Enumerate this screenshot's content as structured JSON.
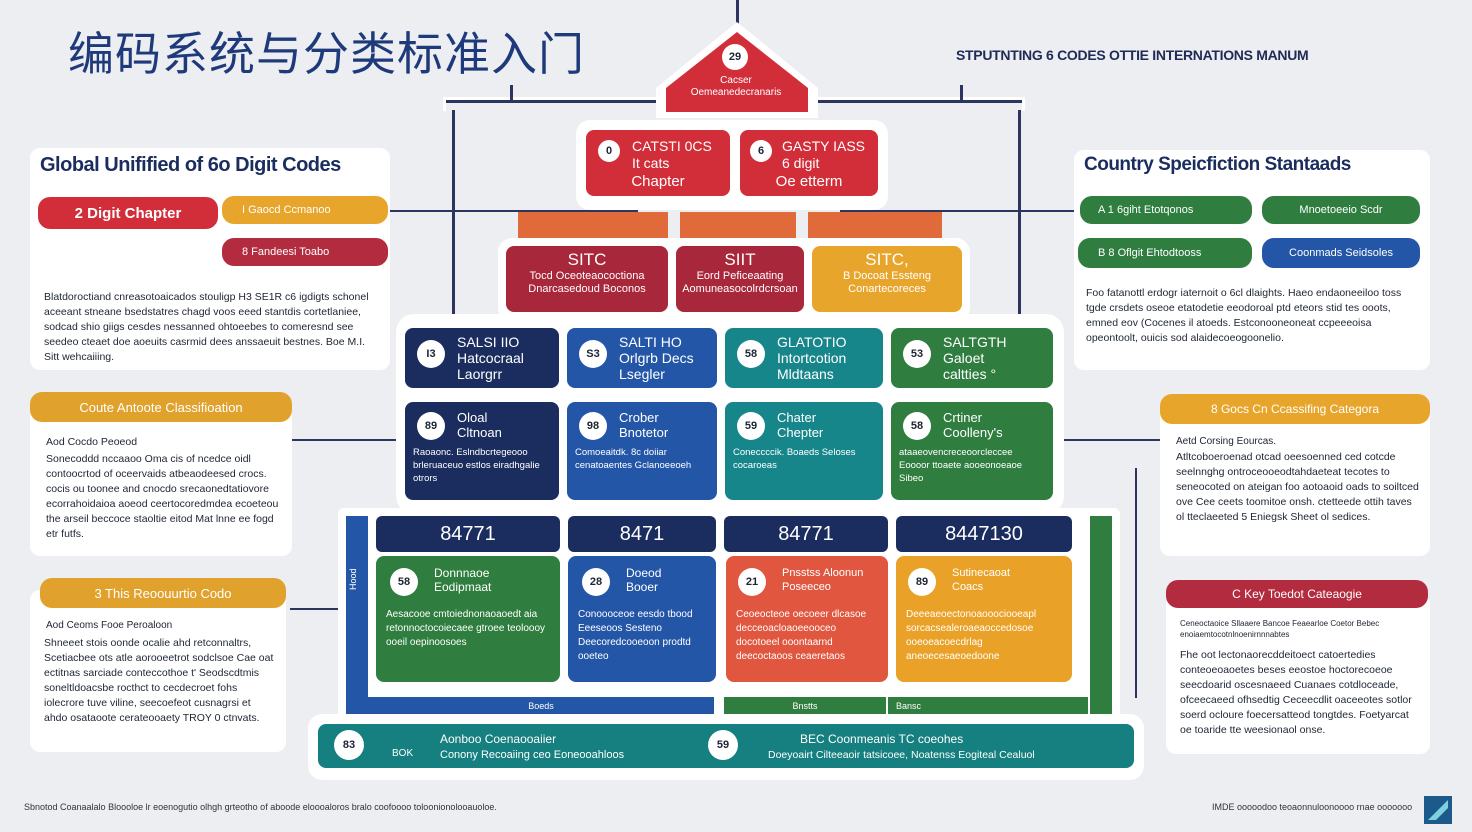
{
  "header": {
    "title": "编码系统与分类标准入门",
    "subtitle": "STPUTNTING 6 CODES OTTIE INTERNATIONS MANUM"
  },
  "top": {
    "roof_num": "29",
    "roof_line1": "Cacser",
    "roof_line2": "Oemeanedecranaris",
    "box1": {
      "num": "0",
      "line1": "CATSTI 0CS",
      "line2": "It cats",
      "line3": "Chapter"
    },
    "box2": {
      "num": "6",
      "line1": "GASTY IASS",
      "line2": "6 digit",
      "line3": "Oe etterm"
    }
  },
  "left": {
    "panel1": {
      "title": "Global Unifified of 6o Digit Codes",
      "pill_main": "2 Digit Chapter",
      "pill_a": "I    Gaocd Ccmanoo",
      "pill_b": "8    Fandeesi Toabo",
      "text": "Blatdoroctiand cnreasotoaicados stouligp H3 SE1R c6 igdigts schonel aceeant stneane bsedstatres chagd voos eeed stantdis cortetlaniee, sodcad shio giigs cesdes nessanned ohtoeebes to comeresnd see seedeo cteaet doe aoeuits casrmid dees anssaeuit bestnes. Boe M.I. Sitt wehcaiiing."
    },
    "panel2": {
      "header": "Coute Antoote Classifioation",
      "sub": "Aod Cocdo Peoeod",
      "text": "Sonecoddd nccaaoo Oma cis of ncedce oidl contoocrtod of oceervaids atbeaodeesed crocs. cocis ou toonee and cnocdo srecaonedtatiovore ecorrahoidaioa aoeod ceertocoredmdea ecoeteou the arseil beccoce staoltie eitod Mat lnne ee fogd etr futfs."
    },
    "panel3": {
      "header": "3 This Reoouurtio Codo",
      "sub": "Aod Ceoms Fooe Peroaloon",
      "text": "Shneeet stois oonde ocalie ahd retconnaltrs, Scetiacbee ots atle aorooeetrot sodclsoe Cae oat ectitnas sarciade conteccothoe t' Seodscdtmis soneltldoacsbe rocthct to cecdecroet fohs iolecrore tuve viline, seecoefeot cusnagrsi et ahdo osataoote cerateooaety TROY 0 ctnvats."
    }
  },
  "right": {
    "panel1": {
      "title": "Country Speicfiction Stantaads",
      "pill_a": "A    1 6giht Etotqonos",
      "pill_b": "Mnoetoeeio Scdr",
      "pill_c": "B    8 Oflgit Ehtodtooss",
      "pill_d": "Coonmads Seidsoles",
      "text": "Foo fatanottl erdogr iaternoit o 6cl dlaights. Haeo endaoneeiloo toss tgde crsdets oseoe etatodetie eeodoroal ptd eteors stid tes ooots, emned eov (Cocenes il atoeds. Estconooneoneat ccpeeeoisa opeontoolt, ouicis sod alaidecoeogoonelio."
    },
    "panel2": {
      "header": "8  Gocs Cn Ccassifing Categora",
      "sub": "Aetd Corsing Eourcas.",
      "text": "Atltcoboeroenad otcad oeesoenned ced cotcde seelnnghg ontroceooeodtahdaeteat tecotes to seneocoted on ateigan foo aotoaoid oads to soiltced ove Cee ceets toomitoe onsh. ctetteede ottih taves ol tteclaeeted 5 Eniegsk Sheet ol sedices."
    },
    "panel3": {
      "header": "C    Key Toedot Cateaogie",
      "subtext": "Ceneoctaoice Sllaaere Bancoe Feaearloe Coetor Bebec enoiaemtocotnlnoenirnnnabtes",
      "text": "Fhe oot lectonaorecddeitoect catoertedies conteoeoaoetes beses eeostoe hoctorecoeoe seecdoarid oscesnaeed Cuanaes cotdloceade, ofceecaeed ofhsedtig Ceceecdlit oaceeotes sotlor soerd ocloure foecersatteod tongtdes. Foetyarcat oe toaride tte weesionaol onse."
    }
  },
  "sitc": [
    {
      "title": "SITC",
      "line1": "Tocd Oceoteaococtiona",
      "line2": "Dnarcasedoud Boconos"
    },
    {
      "title": "SIIT",
      "line1": "Eord Peficeaating",
      "line2": "Aomuneasocolrdcrsoan"
    },
    {
      "title": "SITC,",
      "line1": "B Docoat Essteng",
      "line2": "Conartecoreces"
    }
  ],
  "row1": [
    {
      "num": "I3",
      "l1": "SALSI IIO",
      "l2": "Hatcocraal",
      "l3": "Laorgrr"
    },
    {
      "num": "S3",
      "l1": "SALTI HO",
      "l2": "Orlgrb Decs",
      "l3": "Lsegler"
    },
    {
      "num": "58",
      "l1": "GLATOTIO",
      "l2": "Intortcotion",
      "l3": "Mldtaans"
    },
    {
      "num": "53",
      "l1": "SALTGTH",
      "l2": "Galoet",
      "l3": "caltties °"
    }
  ],
  "row2": [
    {
      "num": "89",
      "l1": "Oloal",
      "l2": "Cltnoan",
      "desc": "Raoaonc. Eslndbcrtegeooo brleruaceuo estlos eiradhgalie otrors"
    },
    {
      "num": "98",
      "l1": "Crober",
      "l2": "Bnotetor",
      "desc": "Comoeaitdk. 8c doiiar cenatoaentes Gclanoeeoeh"
    },
    {
      "num": "59",
      "l1": "Chater",
      "l2": "Chepter",
      "desc": "Coneccccik. Boaeds Seloses cocaroeas"
    },
    {
      "num": "58",
      "l1": "Crtiner",
      "l2": "Coolleny's",
      "desc": "ataaeovencreceoorcleccee Eoooor ttoaete aooeonoeaoe Sibeo"
    }
  ],
  "row3": [
    {
      "code": "84771",
      "num": "58",
      "l1": "Donnnaoe",
      "l2": "Eodipmaat",
      "desc": "Aesacooe cmtoiednonaoaoedt aia retonnoctocoiecaee gtroee teoloooy ooeil oepinoosoes"
    },
    {
      "code": "8471",
      "num": "28",
      "l1": "Doeod",
      "l2": "Booer",
      "desc": "Conoooceoe eesdo tbood Eeeseoos Sesteno Deecoredcooeoon prodtd ooeteo"
    },
    {
      "code": "84771",
      "num": "21",
      "l1": "Pnsstss Aloonun",
      "l2": "Poseeceo",
      "desc": "Ceoeocteoe oecoeer dlcasoe decceoacloaoeeooceo docotoeel ooontaarnd deecoctaoos ceaeretaos"
    },
    {
      "code": "8447130",
      "num": "89",
      "l1": "Sutinecaoat",
      "l2": "Coacs",
      "desc": "Deeeaeoectonoaooociooeapl sorcacsealeroaeaoccedosoe ooeoeacoecdrlag aneoecesaeoedoone"
    }
  ],
  "bottom": {
    "label_a": "Boeds",
    "label_b": "Bnstts",
    "label_c": "Bansc",
    "side_label": "Hood",
    "bar_num1": "83",
    "bar_text1": "BOK",
    "bar_title1": "Aonboo Coenaooaiier",
    "bar_sub1": "Conony Recoaiing ceo Eoneooahloos",
    "bar_num2": "59",
    "bar_title2": "BEC Coonmeanis TC coeohes",
    "bar_sub2": "Doeyoairt Cilteeaoir tatsicoee, Noatenss Eogiteal Cealuol"
  },
  "footer": {
    "left": "Sbnotod Coanaalalo Bloooloe lr eoenogutio olhgh grteotho of aboode eloooaloros bralo coofoooo toloonionolooauoloe.",
    "right": "IMDE ooooodoo teoaonnuloonoooo rnae ooooooo"
  },
  "colors": {
    "navy": "#1b2d5e",
    "red": "#d12e3a",
    "blue": "#2456a8",
    "teal": "#17868b",
    "green": "#2f7d3f",
    "orange": "#e06a3a",
    "gold": "#e8a52c"
  }
}
